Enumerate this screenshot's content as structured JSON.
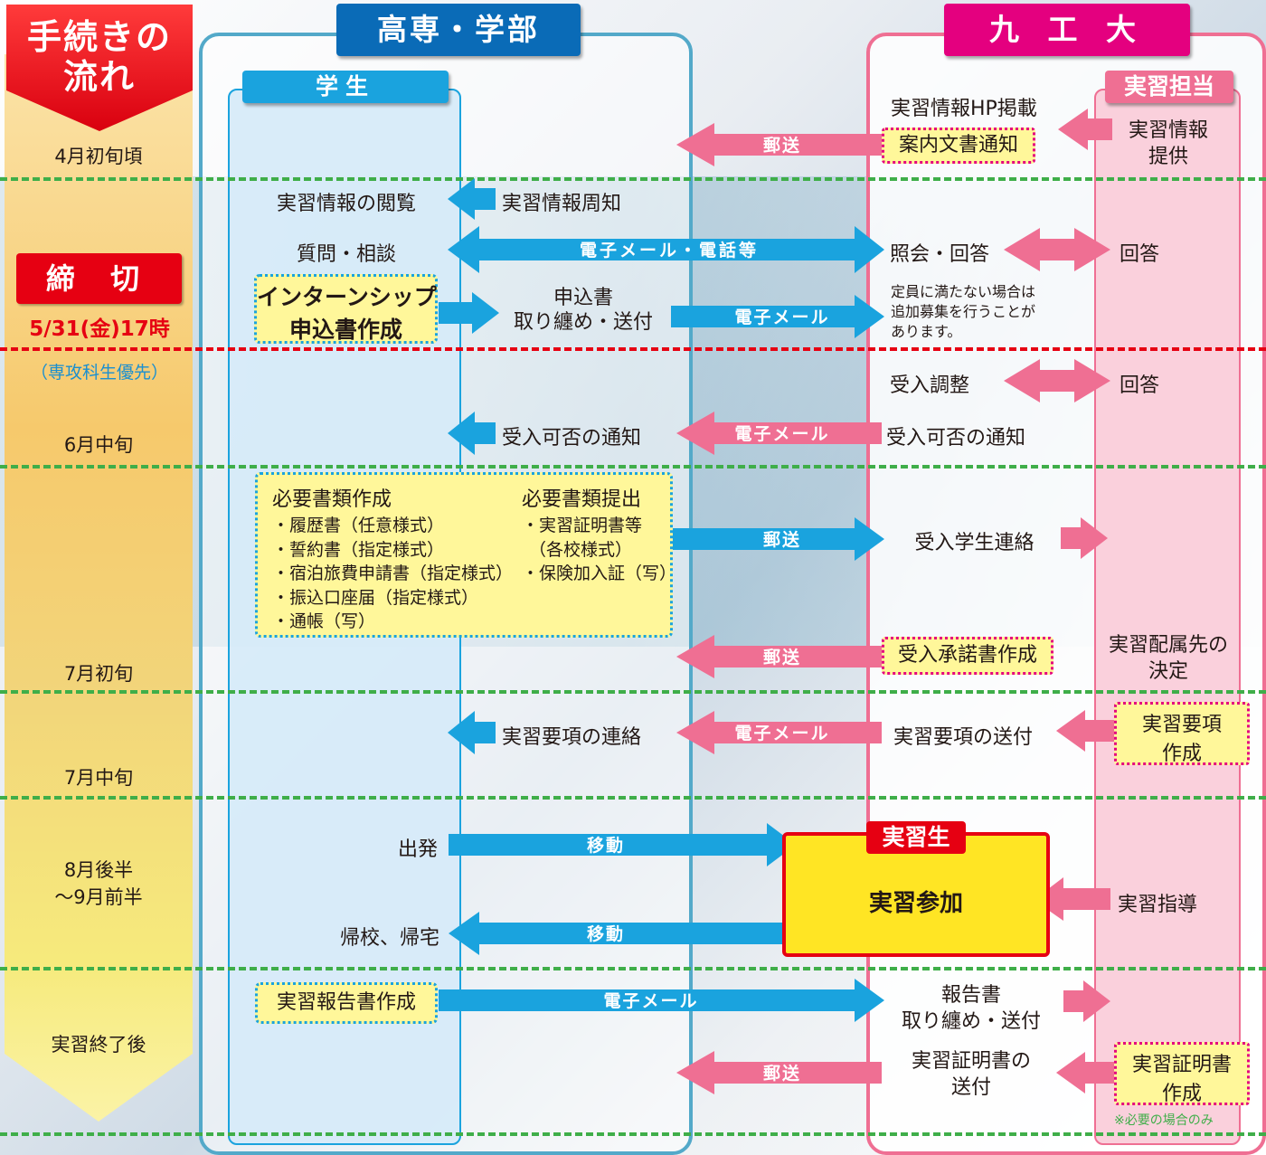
{
  "title": {
    "line1": "手続きの",
    "line2": "流れ"
  },
  "deadline": {
    "label": "締 切",
    "date": "5/31(金)17時",
    "note": "（専攻科生優先）"
  },
  "phases": {
    "p1": "4月初旬頃",
    "p2": "6月中旬",
    "p3": "7月初旬",
    "p4": "7月中旬",
    "p5a": "8月後半",
    "p5b": "～9月前半",
    "p6": "実習終了後"
  },
  "columns": {
    "kosen": "高専・学部",
    "student": "学生",
    "kyutech": "九 工 大",
    "staff": "実習担当",
    "trainee": "実習生"
  },
  "arrows": {
    "mail": "郵送",
    "email_phone": "電子メール・電話等",
    "email": "電子メール",
    "move": "移動"
  },
  "rows": {
    "hp": "実習情報HP掲載",
    "notice_doc": "案内文書通知",
    "info_provide_1": "実習情報",
    "info_provide_2": "提供",
    "view_info": "実習情報の閲覧",
    "announce_info": "実習情報周知",
    "question": "質問・相談",
    "inquiry": "照会・回答",
    "answer1": "回答",
    "apply_1": "インターンシップ",
    "apply_2": "申込書作成",
    "collect_1": "申込書",
    "collect_2": "取り纏め・送付",
    "extra_1": "定員に満たない場合は",
    "extra_2": "追加募集を行うことが",
    "extra_3": "あります。",
    "adjust": "受入調整",
    "answer2": "回答",
    "result_left": "受入可否の通知",
    "result_right": "受入可否の通知",
    "docs_make": "必要書類作成",
    "docs_submit": "必要書類提出",
    "doc1": "・履歴書（任意様式）",
    "doc2": "・誓約書（指定様式）",
    "doc3": "・宿泊旅費申請書（指定様式）",
    "doc4": "・振込口座届（指定様式）",
    "doc5": "・通帳（写）",
    "sub1": "・実習証明書等",
    "sub2": "（各校様式）",
    "sub3": "・保険加入証（写）",
    "accept_contact": "受入学生連絡",
    "accept_doc": "受入承諾書作成",
    "assign_1": "実習配属先の",
    "assign_2": "決定",
    "guide_contact": "実習要項の連絡",
    "guide_send": "実習要項の送付",
    "guide_make_1": "実習要項",
    "guide_make_2": "作成",
    "depart": "出発",
    "participate": "実習参加",
    "guidance": "実習指導",
    "return": "帰校、帰宅",
    "report_make": "実習報告書作成",
    "report_1": "報告書",
    "report_2": "取り纏め・送付",
    "cert_send_1": "実習証明書の",
    "cert_send_2": "送付",
    "cert_make_1": "実習証明書",
    "cert_make_2": "作成",
    "cert_note": "※必要の場合のみ"
  },
  "colors": {
    "red": "#e60012",
    "blue": "#1aa3de",
    "pink": "#ef6f93",
    "magenta": "#e4007f",
    "green": "#3fae49",
    "yellow": "#fff79a",
    "navy": "#0060a8"
  }
}
